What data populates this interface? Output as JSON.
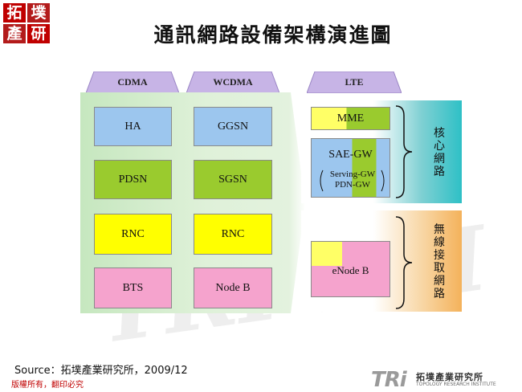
{
  "logo": {
    "chars": [
      "拓",
      "墣",
      "產",
      "研"
    ]
  },
  "title": "通訊網路設備架構演進圖",
  "watermark": "TRI TRI",
  "tabs": {
    "cdma": "CDMA",
    "wcdma": "WCDMA",
    "lte": "LTE"
  },
  "cdma": [
    "HA",
    "PDSN",
    "RNC",
    "BTS"
  ],
  "wcdma": [
    "GGSN",
    "SGSN",
    "RNC",
    "Node B"
  ],
  "lte": {
    "mme": "MME",
    "sae_gw": "SAE-GW",
    "serving_gw": "Serving-GW",
    "pdn_gw": "PDN-GW",
    "enodeb": "eNode B"
  },
  "groups": {
    "core": "核心網路",
    "radio": "無線接取網路"
  },
  "footer": {
    "source": "Source：拓墣產業研究所，2009/12",
    "copyright": "版權所有，翻印必究",
    "logo_text": "TRi",
    "org_name": "拓墣產業研究所",
    "org_sub": "TOPOLOGY RESEARCH INSTITUTE"
  },
  "colors": {
    "blue": "#9cc6ee",
    "lime": "#9acb2e",
    "yellow": "#ffff00",
    "pink": "#f5a3cd",
    "tab": "#c7b4e6",
    "core_band": "#2ec0c6",
    "radio_band": "#f4b25b"
  }
}
